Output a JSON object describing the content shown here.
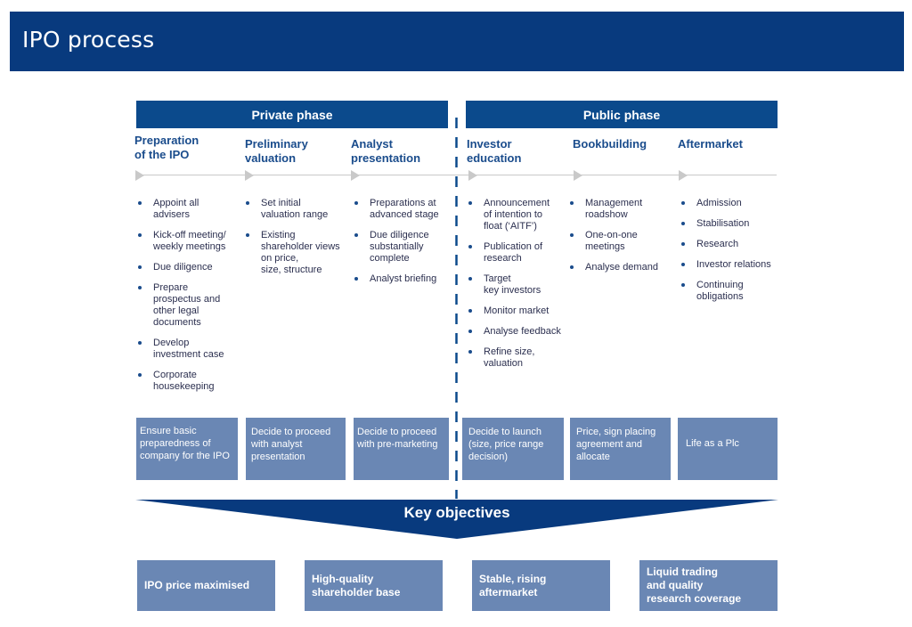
{
  "title": "IPO process",
  "phases": {
    "private": "Private phase",
    "public": "Public phase"
  },
  "stages": [
    {
      "title": "Preparation\nof the IPO",
      "bullets": [
        "Appoint all\nadvisers",
        "Kick-off meeting/\nweekly meetings",
        "Due diligence",
        "Prepare\nprospectus and\nother legal\ndocuments",
        "Develop\ninvestment case",
        "Corporate\nhousekeeping"
      ],
      "outcome": "Ensure basic\npreparedness of\ncompany for the IPO"
    },
    {
      "title": "Preliminary\nvaluation",
      "bullets": [
        "Set initial\nvaluation range",
        "Existing\nshareholder views\non price,\nsize, structure"
      ],
      "outcome": "Decide to proceed\nwith analyst\npresentation"
    },
    {
      "title": "Analyst\npresentation",
      "bullets": [
        "Preparations at\nadvanced stage",
        "Due diligence\nsubstantially\ncomplete",
        "Analyst briefing"
      ],
      "outcome": "Decide to proceed\nwith pre-marketing"
    },
    {
      "title": "Investor\neducation",
      "bullets": [
        "Announcement\nof intention to\nfloat (‘AITF’)",
        "Publication of\nresearch",
        "Target\n key investors",
        "Monitor market",
        "Analyse feedback",
        "Refine size,\nvaluation"
      ],
      "outcome": "Decide to launch\n(size, price range\ndecision)"
    },
    {
      "title": "Bookbuilding",
      "bullets": [
        "Management\nroadshow",
        "One-on-one\nmeetings",
        "Analyse demand"
      ],
      "outcome": "Price, sign placing\nagreement and\nallocate"
    },
    {
      "title": "Aftermarket",
      "bullets": [
        "Admission",
        "Stabilisation",
        "Research",
        "Investor relations",
        "Continuing\nobligations"
      ],
      "outcome": "Life as a Plc"
    }
  ],
  "key_objectives": {
    "label": "Key objectives",
    "items": [
      "IPO price maximised",
      "High-quality\nshareholder base",
      "Stable, rising\naftermarket",
      "Liquid trading\nand quality\nresearch coverage"
    ]
  },
  "colors": {
    "title_bar": "#083a7e",
    "phase_bar": "#0b4a8c",
    "box_fill": "#6a87b4",
    "heading_text": "#1a4c8c"
  }
}
